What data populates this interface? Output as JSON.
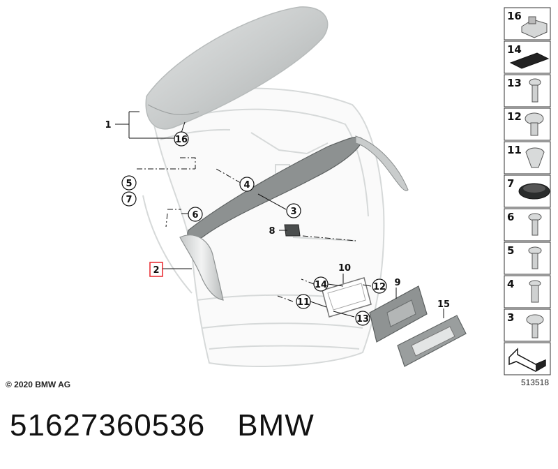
{
  "diagram": {
    "callouts": {
      "c1": "1",
      "c2": "2",
      "c3": "3",
      "c4": "4",
      "c5": "5",
      "c6": "6",
      "c7": "7",
      "c8": "8",
      "c9": "9",
      "c10": "10",
      "c11": "11",
      "c12": "12",
      "c13": "13",
      "c14": "14",
      "c15": "15",
      "c16": "16"
    },
    "highlighted_callout": "2",
    "highlight_color": "#e8242a"
  },
  "sidebar": {
    "items": [
      "16",
      "14",
      "13",
      "12",
      "11",
      "7",
      "6",
      "5",
      "4",
      "3"
    ]
  },
  "copyright": "© 2020 BMW AG",
  "diagram_ref": "513518",
  "part_number": "51627360536",
  "brand": "BMW"
}
